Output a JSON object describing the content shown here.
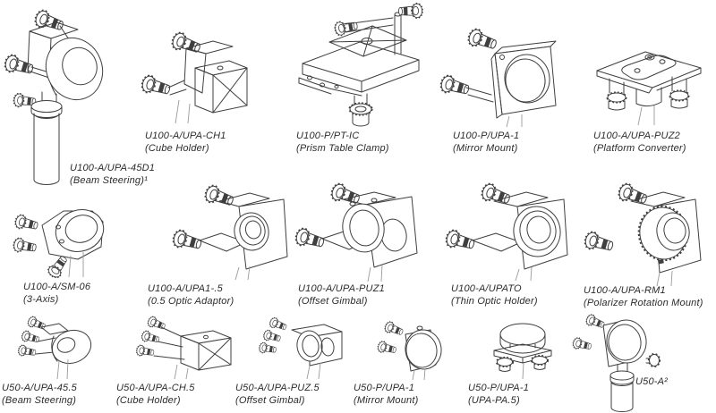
{
  "page": {
    "background": "#ffffff"
  },
  "colors": {
    "line": "#3f3f3f",
    "text": "#2b2b2b",
    "background": "#ffffff"
  },
  "products": [
    {
      "part": "U100-A/UPA-45D1",
      "desc": "(Beam Steering)¹",
      "drawing": "beam-steering-large"
    },
    {
      "part": "U100-A/UPA-CH1",
      "desc": "(Cube Holder)",
      "drawing": "cube-holder"
    },
    {
      "part": "U100-P/PT-IC",
      "desc": "(Prism Table Clamp)",
      "drawing": "prism-table-clamp"
    },
    {
      "part": "U100-P/UPA-1",
      "desc": "(Mirror Mount)",
      "drawing": "mirror-mount"
    },
    {
      "part": "U100-A/UPA-PUZ2",
      "desc": "(Platform Converter)",
      "drawing": "platform-converter"
    },
    {
      "part": "U100-A/SM-06",
      "desc": "(3-Axis)",
      "drawing": "three-axis-mount"
    },
    {
      "part": "U100-A/UPA1-.5",
      "desc": "(0.5 Optic Adaptor)",
      "drawing": "optic-adaptor"
    },
    {
      "part": "U100-A/UPA-PUZ1",
      "desc": "(Offset Gimbal)",
      "drawing": "offset-gimbal"
    },
    {
      "part": "U100-A/UPATO",
      "desc": "(Thin Optic Holder)",
      "drawing": "thin-optic-holder"
    },
    {
      "part": "U100-A/UPA-RM1",
      "desc": "(Polarizer Rotation Mount)",
      "drawing": "polarizer-rotation-mount"
    },
    {
      "part": "U50-A/UPA-45.5",
      "desc": "(Beam Steering)",
      "drawing": "beam-steering-small"
    },
    {
      "part": "U50-A/UPA-CH.5",
      "desc": "(Cube Holder)",
      "drawing": "cube-holder-small"
    },
    {
      "part": "U50-A/UPA-PUZ.5",
      "desc": "(Offset Gimbal)",
      "drawing": "offset-gimbal-small"
    },
    {
      "part": "U50-P/UPA-1",
      "desc": "(Mirror Mount)",
      "drawing": "mirror-mount-small"
    },
    {
      "part": "U50-P/UPA-1",
      "desc": "(UPA-PA.5)",
      "drawing": "platform-adapter-small"
    },
    {
      "part": "U50-A²",
      "desc": "",
      "drawing": "pedestal-post-mount"
    }
  ]
}
